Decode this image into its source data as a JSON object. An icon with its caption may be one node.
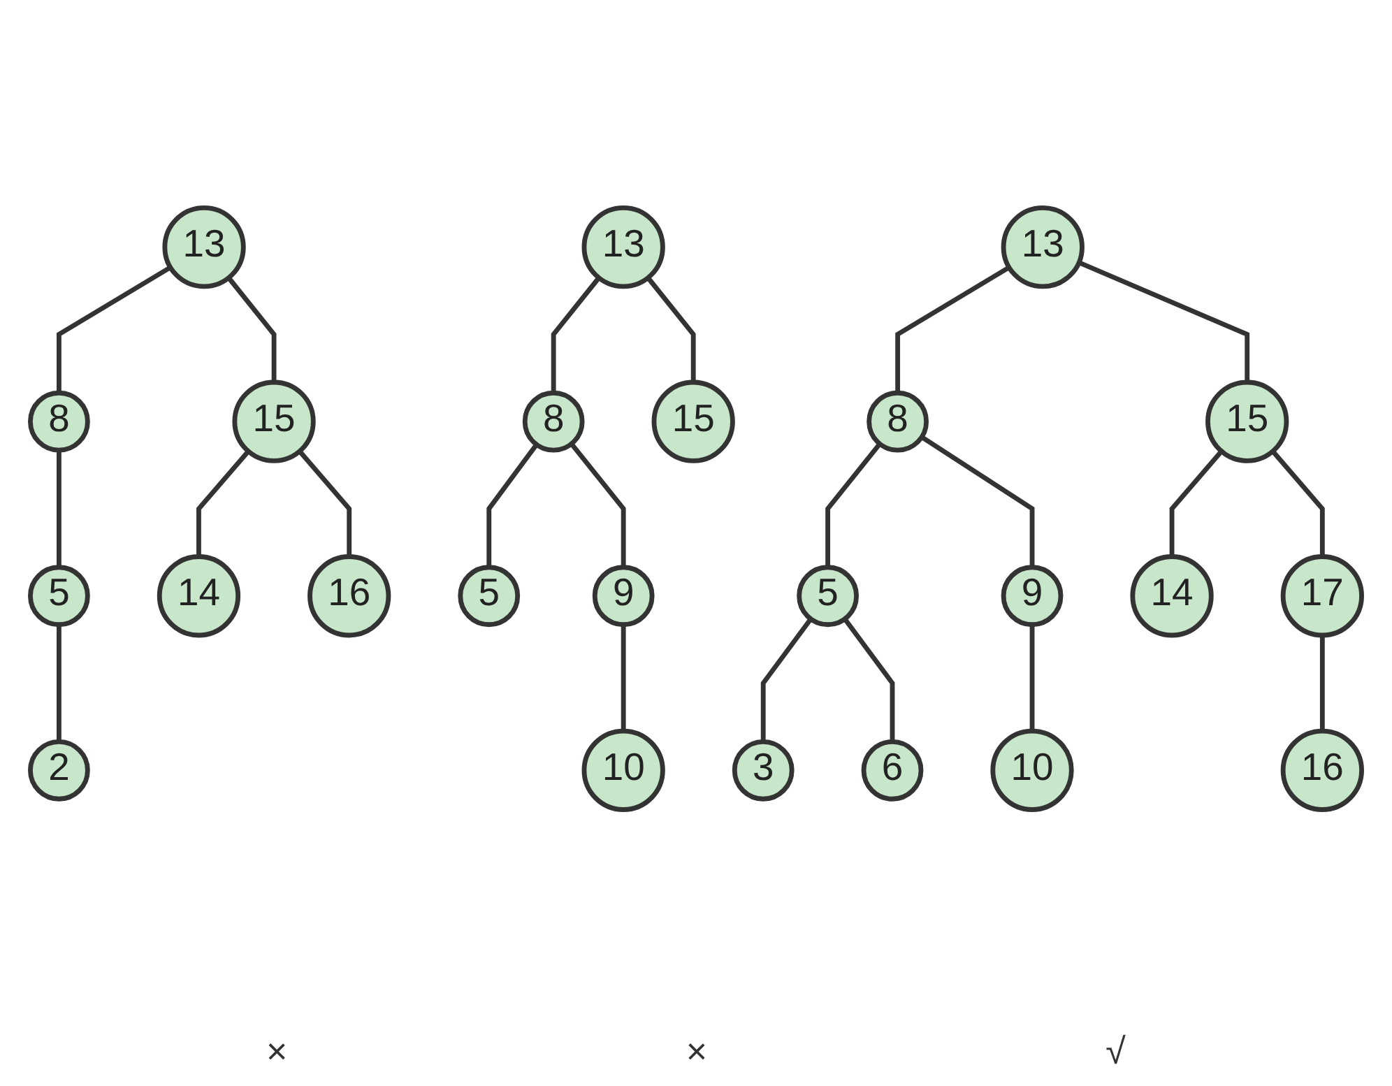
{
  "diagram": {
    "nodes": [
      {
        "text": [
          "13"
        ]
      },
      {
        "text": [
          "8"
        ]
      },
      {
        "text": [
          "15"
        ]
      },
      {
        "text": [
          "5"
        ]
      },
      {
        "text": [
          "14"
        ]
      },
      {
        "text": [
          "16"
        ]
      },
      {
        "text": [
          "2"
        ]
      },
      {
        "text": [
          "13"
        ]
      },
      {
        "text": [
          "8"
        ]
      },
      {
        "text": [
          "15"
        ]
      },
      {
        "text": [
          "5"
        ]
      },
      {
        "text": [
          "9"
        ]
      },
      {
        "text": [
          "10"
        ]
      },
      {
        "text": [
          "13"
        ]
      },
      {
        "text": [
          "8"
        ]
      },
      {
        "text": [
          "15"
        ]
      },
      {
        "text": [
          "5"
        ]
      },
      {
        "text": [
          "9"
        ]
      },
      {
        "text": [
          "14"
        ]
      },
      {
        "text": [
          "17"
        ]
      },
      {
        "text": [
          "3"
        ]
      },
      {
        "text": [
          "6"
        ]
      },
      {
        "text": [
          "10"
        ]
      },
      {
        "text": [
          "16"
        ]
      }
    ],
    "edges": [
      {
        "from": 0,
        "to": 1,
        "arrow": "none"
      },
      {
        "from": 0,
        "to": 2,
        "arrow": "none"
      },
      {
        "from": 1,
        "to": 3,
        "arrow": "none"
      },
      {
        "from": 2,
        "to": 4,
        "arrow": "none"
      },
      {
        "from": 2,
        "to": 5,
        "arrow": "none"
      },
      {
        "from": 3,
        "to": 6,
        "arrow": "none"
      },
      {
        "from": 7,
        "to": 8,
        "arrow": "none"
      },
      {
        "from": 7,
        "to": 9,
        "arrow": "none"
      },
      {
        "from": 8,
        "to": 10,
        "arrow": "none"
      },
      {
        "from": 8,
        "to": 11,
        "arrow": "none"
      },
      {
        "from": 11,
        "to": 12,
        "arrow": "none"
      },
      {
        "from": 13,
        "to": 14,
        "arrow": "none"
      },
      {
        "from": 13,
        "to": 15,
        "arrow": "none"
      },
      {
        "from": 14,
        "to": 16,
        "arrow": "none"
      },
      {
        "from": 14,
        "to": 17,
        "arrow": "none"
      },
      {
        "from": 15,
        "to": 18,
        "arrow": "none"
      },
      {
        "from": 15,
        "to": 19,
        "arrow": "none"
      },
      {
        "from": 16,
        "to": 20,
        "arrow": "none"
      },
      {
        "from": 16,
        "to": 21,
        "arrow": "none"
      },
      {
        "from": 17,
        "to": 22,
        "arrow": "none"
      },
      {
        "from": 19,
        "to": 23,
        "arrow": "none"
      }
    ],
    "labels": [
      "×",
      "×",
      "√"
    ]
  }
}
